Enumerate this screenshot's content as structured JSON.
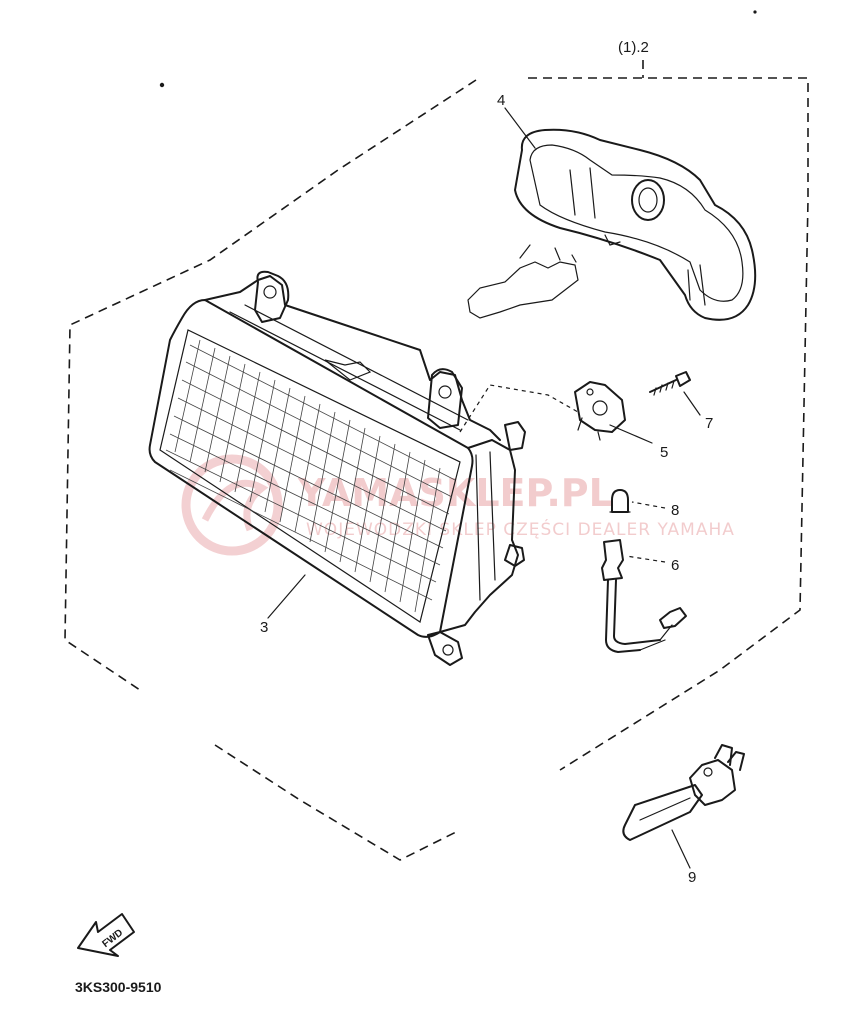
{
  "diagram": {
    "assembly_label": "(1).2",
    "part_numbers": {
      "p3": "3",
      "p4": "4",
      "p5": "5",
      "p6": "6",
      "p7": "7",
      "p8": "8",
      "p9": "9"
    },
    "direction_arrow_text": "FWD",
    "diagram_code": "3KS300-9510"
  },
  "watermark": {
    "title": "YAMASKLEP.PL",
    "subtitle": "WOJEWÓDZKI SKLEP CZĘŚCI DEALER YAMAHA",
    "color": "#e9a3a6"
  }
}
